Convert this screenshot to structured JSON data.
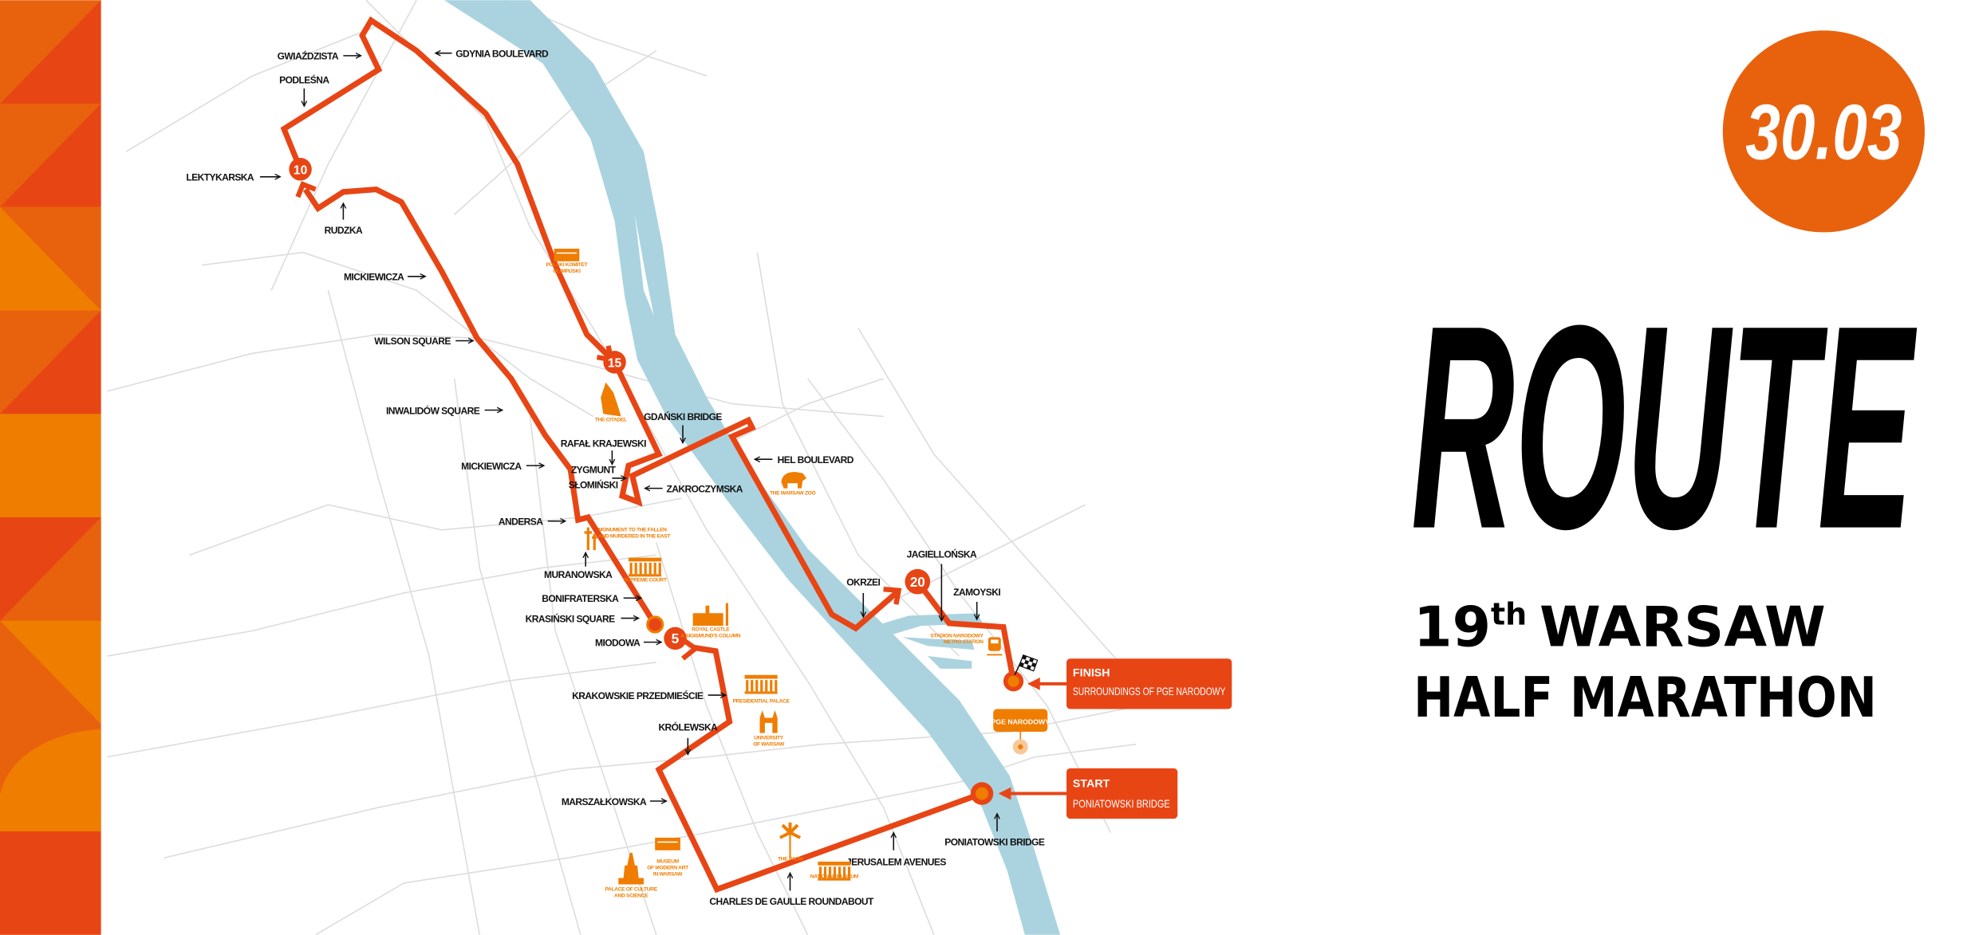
{
  "event": {
    "date": "30.03",
    "title": "ROUTE",
    "subtitle_number": "19",
    "subtitle_ordinal": "th",
    "subtitle_line1": "WARSAW",
    "subtitle_line2": "HALF MARATHON"
  },
  "colors": {
    "route": "#e84515",
    "accent": "#ef7d00",
    "date_badge": "#e8620e",
    "river": "#aad3df",
    "roads": "#dcdcdc"
  },
  "markers": {
    "km5": "5",
    "km10": "10",
    "km15": "15",
    "km20": "20"
  },
  "finish": {
    "title": "FINISH",
    "place": "SURROUNDINGS OF PGE NARODOWY"
  },
  "start": {
    "title": "START",
    "place": "PONIATOWSKI BRIDGE"
  },
  "pge_label": "PGE NARODOWY",
  "streets": [
    "GWIAŹDZISTA",
    "GDYNIA BOULEVARD",
    "PODLEŚNA",
    "LEKTYKARSKA",
    "RUDZKA",
    "MICKIEWICZA",
    "WILSON SQUARE",
    "INWALIDÓW SQUARE",
    "RAFAŁ KRAJEWSKI",
    "GDAŃSKI BRIDGE",
    "HEL BOULEVARD",
    "ZYGMUNT",
    "SŁOMIŃSKI",
    "ZAKROCZYMSKA",
    "MICKIEWICZA",
    "ANDERSA",
    "MURANOWSKA",
    "BONIFRATERSKA",
    "KRASIŃSKI SQUARE",
    "MIODOWA",
    "KRAKOWSKIE PRZEDMIEŚCIE",
    "KRÓLEWSKA",
    "MARSZAŁKOWSKA",
    "CHARLES DE GAULLE ROUNDABOUT",
    "JERUSALEM AVENUES",
    "PONIATOWSKI BRIDGE",
    "OKRZEI",
    "JAGIELLOŃSKA",
    "ZAMOYSKI"
  ],
  "landmarks": [
    {
      "icon": "olympic-committee-icon",
      "lines": [
        "POLSKI KOMITET",
        "OLIMPIJSKI"
      ]
    },
    {
      "icon": "citadel-icon",
      "lines": [
        "THE CITADEL"
      ]
    },
    {
      "icon": "bear-icon",
      "lines": [
        "THE WARSAW ZOO"
      ]
    },
    {
      "icon": "cross-monument-icon",
      "lines": [
        "MONUMENT TO THE FALLEN",
        "AND MURDERED IN THE EAST"
      ]
    },
    {
      "icon": "supreme-court-icon",
      "lines": [
        "SUPREME COURT"
      ]
    },
    {
      "icon": "royal-castle-icon",
      "lines": [
        "ROYAL CASTLE",
        "& SIGISMUND'S COLUMN"
      ]
    },
    {
      "icon": "train-icon",
      "lines": [
        "STADION NARODOWY",
        "METRO STATION"
      ]
    },
    {
      "icon": "presidential-palace-icon",
      "lines": [
        "PRESIDENTIAL PALACE"
      ]
    },
    {
      "icon": "university-icon",
      "lines": [
        "UNIVERSITY",
        "OF WARSAW"
      ]
    },
    {
      "icon": "palm-icon",
      "lines": [
        "THE PALM"
      ]
    },
    {
      "icon": "national-museum-icon",
      "lines": [
        "NATIONAL MUSEUM"
      ]
    },
    {
      "icon": "museum-modern-art-icon",
      "lines": [
        "MUSEUM",
        "OF MODERN ART",
        "IN WARSAW"
      ]
    },
    {
      "icon": "palace-of-culture-icon",
      "lines": [
        "PALACE OF CULTURE",
        "AND SCIENCE"
      ]
    }
  ]
}
